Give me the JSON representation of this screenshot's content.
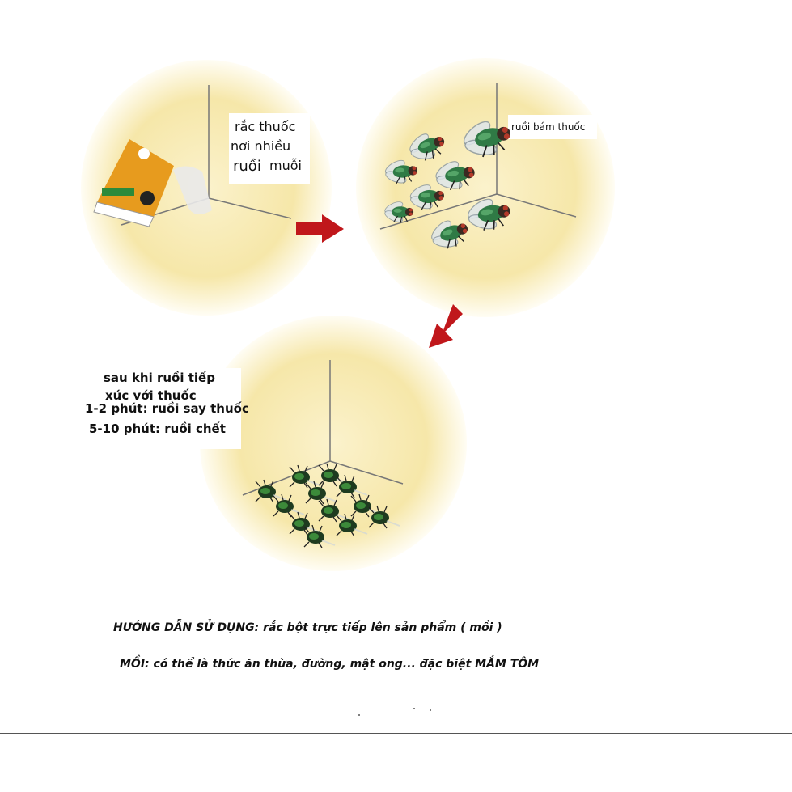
{
  "panel1": {
    "label_line1": "rắc thuốc",
    "label_line2": "nơi nhiều",
    "label_line3a": "ruồi",
    "label_line3b": "muỗi"
  },
  "panel2": {
    "label": "ruồi bám thuốc"
  },
  "panel3": {
    "label_line1": "sau khi ruồi tiếp",
    "label_line2": "xúc với thuốc",
    "label_line3": "1-2 phút: ruồi say thuốc",
    "label_line4": "5-10 phút: ruồi chết"
  },
  "instructions": {
    "usage": "HƯỚNG DẪN SỬ DỤNG: rắc bột trực tiếp lên sản phẩm ( mồi )",
    "bait": "MỒI: có thể là thức ăn thừa, đường, mật ong... đặc biệt MẮM TÔM"
  },
  "colors": {
    "circle_fill": "#f7eab4",
    "arrow": "#c0171b",
    "fly_green": "#2f7a45",
    "package_orange": "#e79b1e"
  }
}
